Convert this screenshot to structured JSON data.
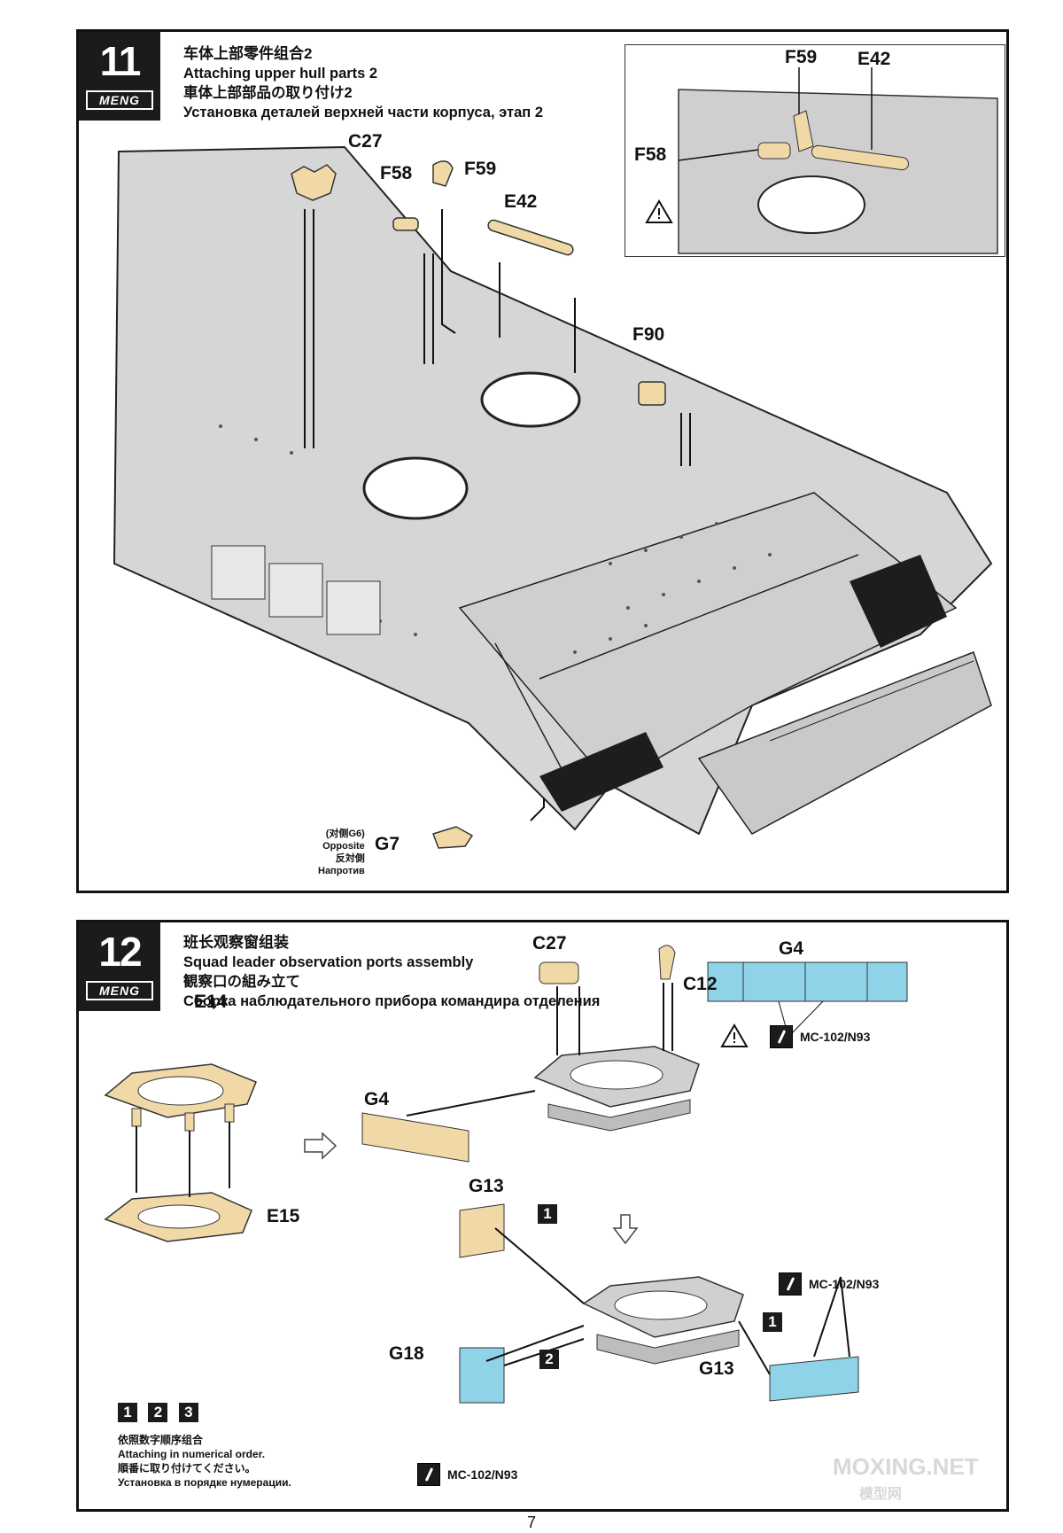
{
  "step11": {
    "number": "11",
    "brand": "MENG",
    "title_zh": "车体上部零件组合2",
    "title_en": "Attaching upper hull parts 2",
    "title_ja": "車体上部部品の取り付け2",
    "title_ru": "Установка деталей верхней части корпуса, этап 2",
    "parts": {
      "c27": "C27",
      "f58": "F58",
      "f59": "F59",
      "e42": "E42",
      "f90": "F90",
      "g7": "G7"
    },
    "g7_note": {
      "zh": "(对侧G6)",
      "en": "Opposite",
      "ja": "反対側",
      "ru": "Напротив"
    },
    "inset": {
      "f59": "F59",
      "e42": "E42",
      "f58": "F58",
      "warning_icon": "warning-triangle-icon"
    }
  },
  "step12": {
    "number": "12",
    "brand": "MENG",
    "title_zh": "班长观察窗组装",
    "title_en": "Squad leader observation ports assembly",
    "title_ja": "観察口の組み立て",
    "title_ru": "Сборка наблюдательного прибора командира отделения",
    "parts": {
      "e14": "E14",
      "e15": "E15",
      "g4": "G4",
      "c27": "C27",
      "c12": "C12",
      "g13_top": "G13",
      "g18": "G18",
      "g13_bottom": "G13"
    },
    "inset": {
      "g4": "G4",
      "paint": "MC-102/N93",
      "warning_icon": "warning-triangle-icon"
    },
    "paint_g13": "MC-102/N93",
    "paint_g18": "MC-102/N93",
    "seq_markers": [
      "1",
      "2",
      "1"
    ],
    "legend": {
      "numbers": [
        "1",
        "2",
        "3"
      ],
      "zh": "依照数字顺序组合",
      "en": "Attaching in numerical order.",
      "ja": "順番に取り付けてください。",
      "ru": "Установка в порядке нумерации."
    }
  },
  "page_number": "7",
  "watermark": "MOXING.NET",
  "watermark_zh": "模型网",
  "colors": {
    "part_highlight": "#f0d9a6",
    "hull_gray": "#d4d4d4",
    "glass_blue": "#8fd3e8",
    "ink": "#111111"
  }
}
